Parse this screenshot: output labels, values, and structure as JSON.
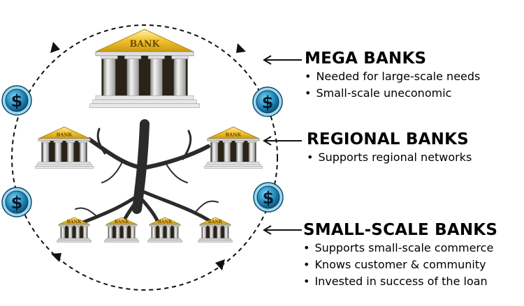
{
  "tiers": [
    {
      "heading": "MEGA BANKS",
      "bullets": [
        "Needed for large-scale needs",
        "Small-scale uneconomic"
      ]
    },
    {
      "heading": "REGIONAL BANKS",
      "bullets": [
        "Supports regional networks"
      ]
    },
    {
      "heading": "SMALL-SCALE BANKS",
      "bullets": [
        "Supports small-scale commerce",
        "Knows customer & community",
        "Invested in success of the loan"
      ]
    }
  ],
  "bank_sign": "BANK",
  "coin_symbol": "$",
  "icons": [
    "bank-building-icon",
    "dollar-coin-icon",
    "tree-roots",
    "left-arrow-icon"
  ],
  "colors": {
    "roof_gold": "#f2c12e",
    "coin_blue": "#1f86b8",
    "tree_dark": "#2b2b2b",
    "circle_dash": "#111111"
  }
}
